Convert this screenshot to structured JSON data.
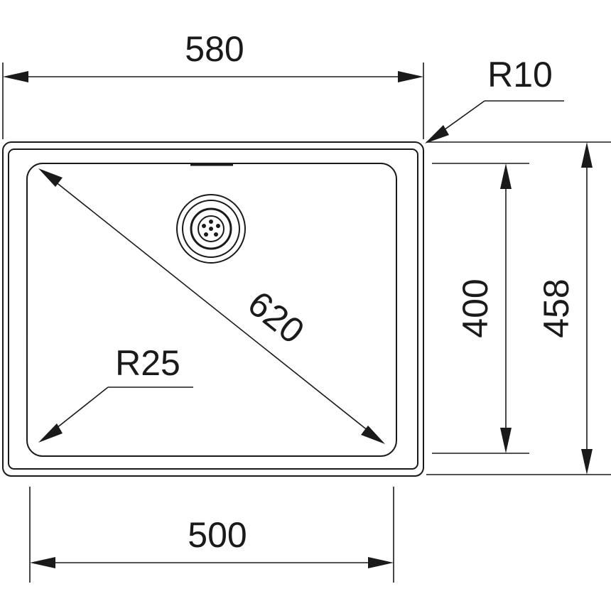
{
  "dimensions": {
    "outer_width": "580",
    "bowl_width": "500",
    "bowl_height": "400",
    "outer_height": "458",
    "diagonal": "620",
    "outer_radius": "R10",
    "inner_radius": "R25"
  },
  "colors": {
    "line": "#1a1a1a",
    "background": "#ffffff"
  }
}
